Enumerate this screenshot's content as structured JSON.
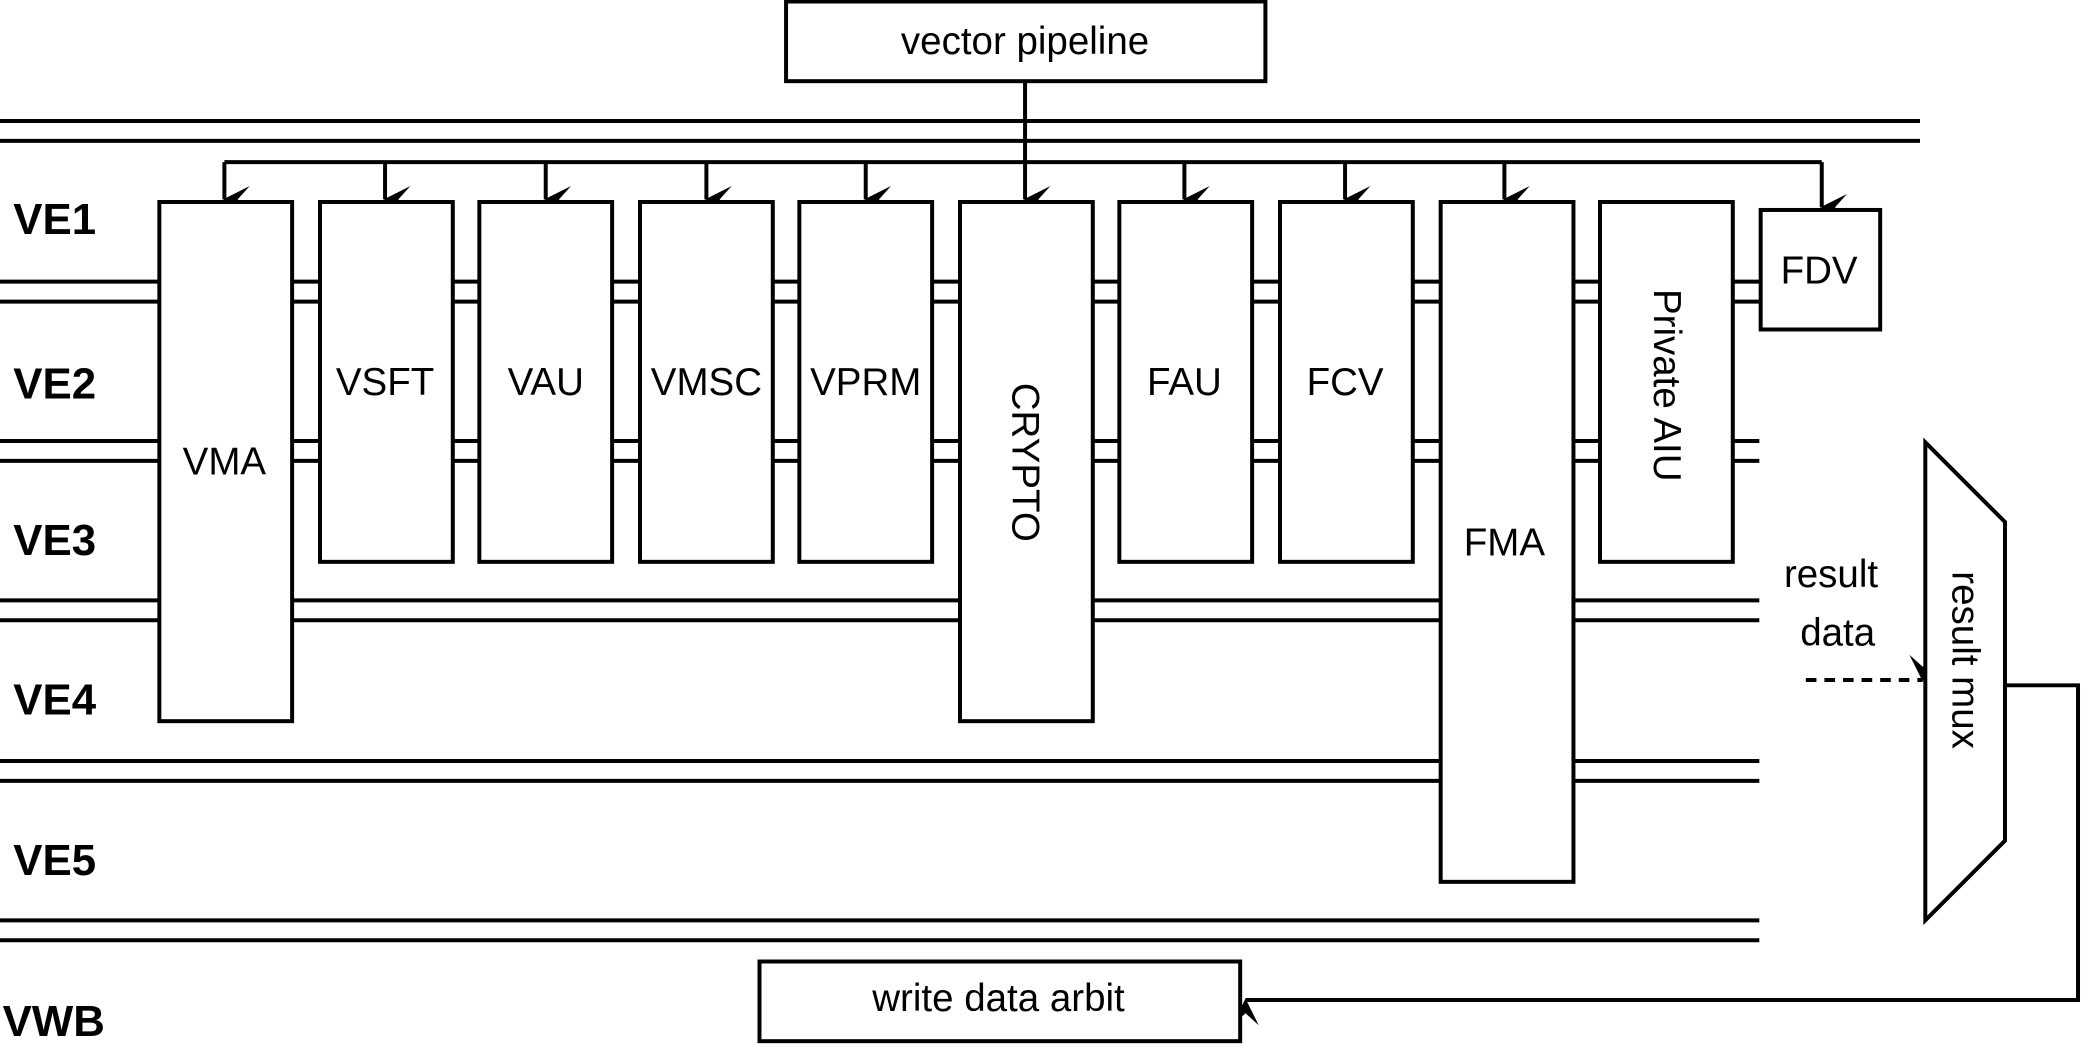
{
  "title_box": "vector pipeline",
  "rows": [
    "VE1",
    "VE2",
    "VE3",
    "VE4",
    "VE5",
    "VWB"
  ],
  "units": [
    {
      "id": "vma",
      "label": "VMA",
      "vertical": false
    },
    {
      "id": "vsft",
      "label": "VSFT",
      "vertical": false
    },
    {
      "id": "vau",
      "label": "VAU",
      "vertical": false
    },
    {
      "id": "vmsc",
      "label": "VMSC",
      "vertical": false
    },
    {
      "id": "vprm",
      "label": "VPRM",
      "vertical": false
    },
    {
      "id": "crypto",
      "label": "CRYPTO",
      "vertical": true
    },
    {
      "id": "fau",
      "label": "FAU",
      "vertical": false
    },
    {
      "id": "fcv",
      "label": "FCV",
      "vertical": false
    },
    {
      "id": "fma",
      "label": "FMA",
      "vertical": false
    },
    {
      "id": "private-aiu",
      "label": "Private AIU",
      "vertical": true
    },
    {
      "id": "fdv",
      "label": "FDV",
      "vertical": false
    }
  ],
  "result_data": [
    "result",
    "data"
  ],
  "result_mux": "result mux",
  "write_box": "write data arbit"
}
